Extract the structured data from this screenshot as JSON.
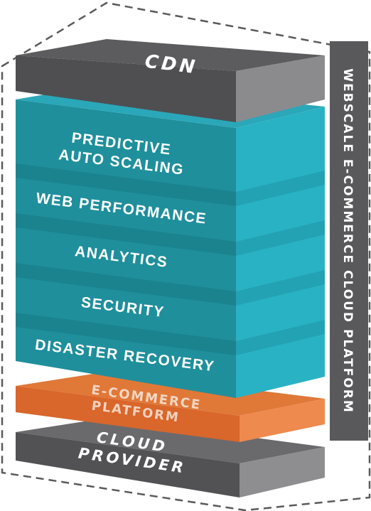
{
  "side_label": "WEBSCALE E-COMMERCE CLOUD PLATFORM",
  "layers": {
    "cdn": "CDN",
    "predictive_line1": "PREDICTIVE",
    "predictive_line2": "AUTO SCALING",
    "web_performance": "WEB PERFORMANCE",
    "analytics": "ANALYTICS",
    "security": "SECURITY",
    "disaster_recovery": "DISASTER RECOVERY",
    "ecommerce_line1": "E-COMMERCE",
    "ecommerce_line2": "PLATFORM",
    "cloud_line1": "CLOUD",
    "cloud_line2": "PROVIDER"
  },
  "colors": {
    "gray_top": "#5c5c5e",
    "gray_side": "#8b8b8d",
    "teal_front": "#1f8f9c",
    "teal_side": "#29b2c4",
    "orange_front": "#d9662a",
    "orange_side": "#ee8a4e",
    "dashed_border": "#5a5a5a"
  }
}
